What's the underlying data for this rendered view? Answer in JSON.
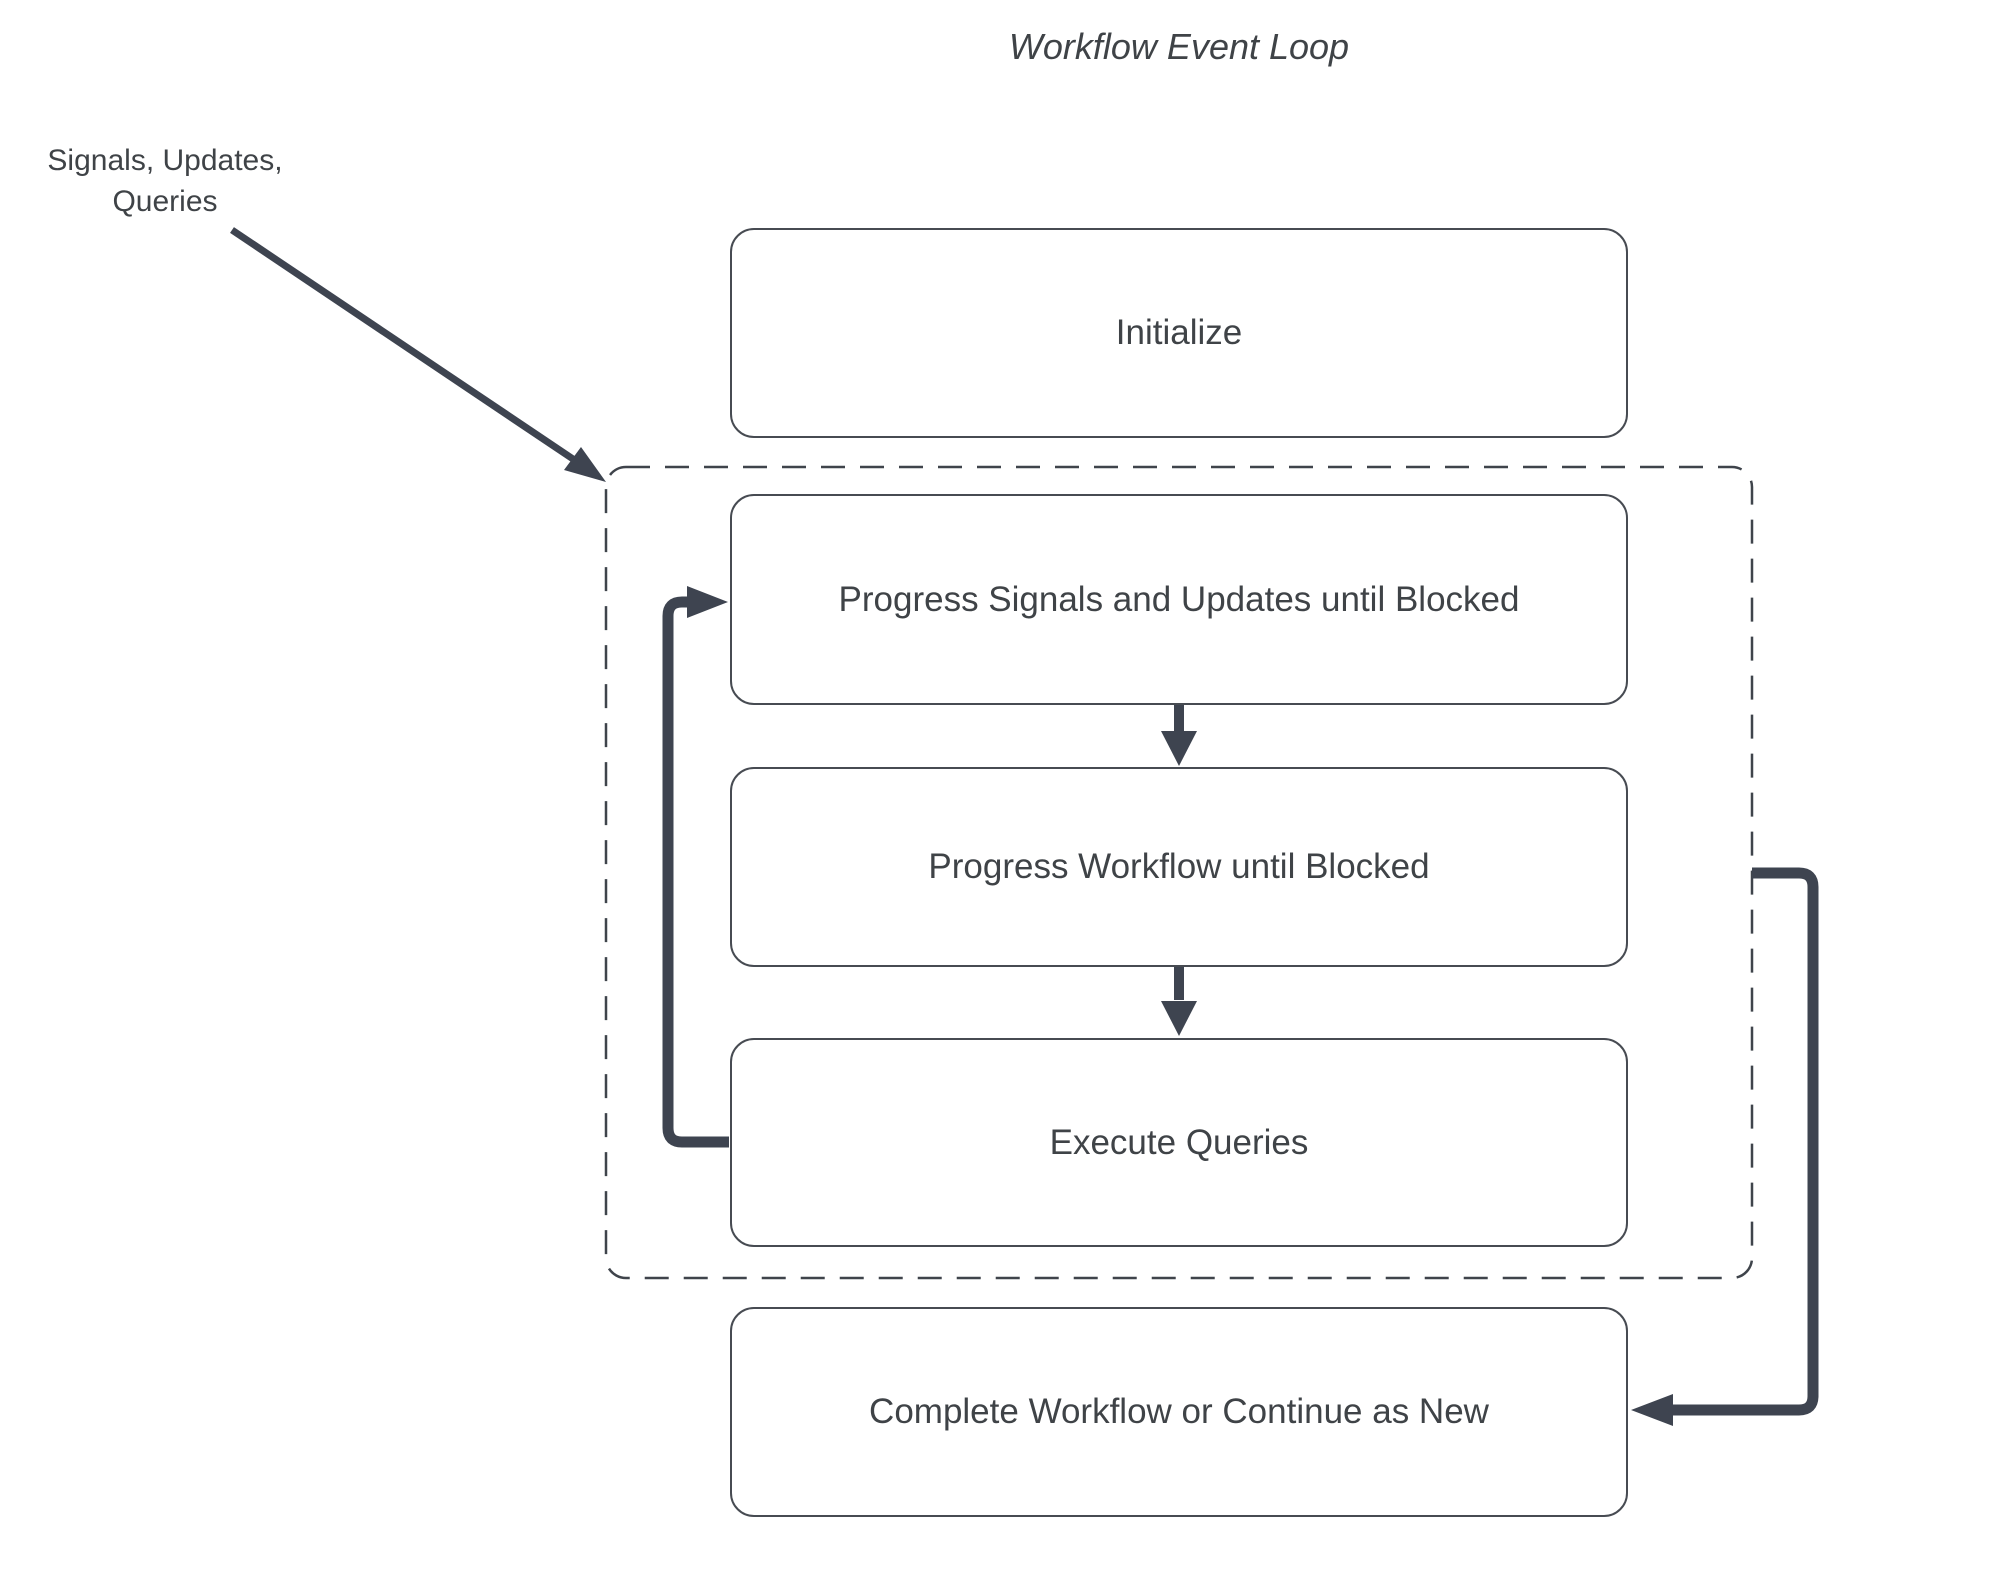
{
  "title": "Workflow Event Loop",
  "side_label": {
    "line1": "Signals, Updates,",
    "line2": "Queries"
  },
  "boxes": {
    "initialize": "Initialize",
    "progress_signals": "Progress Signals and Updates until Blocked",
    "progress_workflow": "Progress Workflow until Blocked",
    "execute_queries": "Execute Queries",
    "complete_workflow": "Complete Workflow or Continue as New"
  },
  "icons": {
    "signals_input_arrow": "diagonal-arrow-icon",
    "loop_back_arrow": "loop-back-arrow-icon",
    "continue_arrow": "elbow-arrow-icon",
    "step_down_arrow": "down-arrow-icon"
  },
  "colors": {
    "connector": "#3E4450",
    "box_border": "#474B52",
    "dashed_border": "#3F444B",
    "text": "#3F4347",
    "background": "#FFFFFF"
  }
}
